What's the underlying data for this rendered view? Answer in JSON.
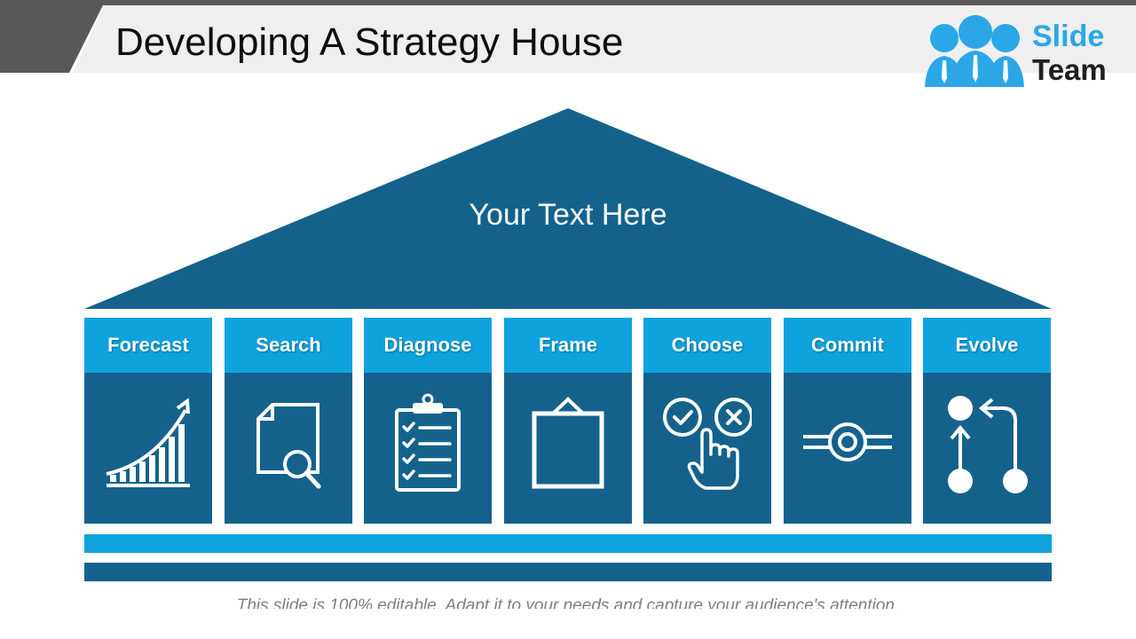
{
  "header": {
    "title": "Developing A Strategy House"
  },
  "logo": {
    "line1": "Slide",
    "line2": "Team",
    "icon": "people-group-icon",
    "accent": "#2ba7e8"
  },
  "roof": {
    "text": "Your Text Here",
    "color": "#14628c"
  },
  "pillars": [
    {
      "label": "Forecast",
      "icon": "growth-chart-icon"
    },
    {
      "label": "Search",
      "icon": "document-search-icon"
    },
    {
      "label": "Diagnose",
      "icon": "clipboard-checklist-icon"
    },
    {
      "label": "Frame",
      "icon": "picture-frame-icon"
    },
    {
      "label": "Choose",
      "icon": "hand-check-cross-icon"
    },
    {
      "label": "Commit",
      "icon": "slider-handle-icon"
    },
    {
      "label": "Evolve",
      "icon": "branch-flow-icon"
    }
  ],
  "colors": {
    "dark_blue": "#14628c",
    "light_blue": "#0fa3de"
  },
  "footer": {
    "note": "This slide is 100% editable. Adapt it to your needs and capture your audience's attention."
  }
}
